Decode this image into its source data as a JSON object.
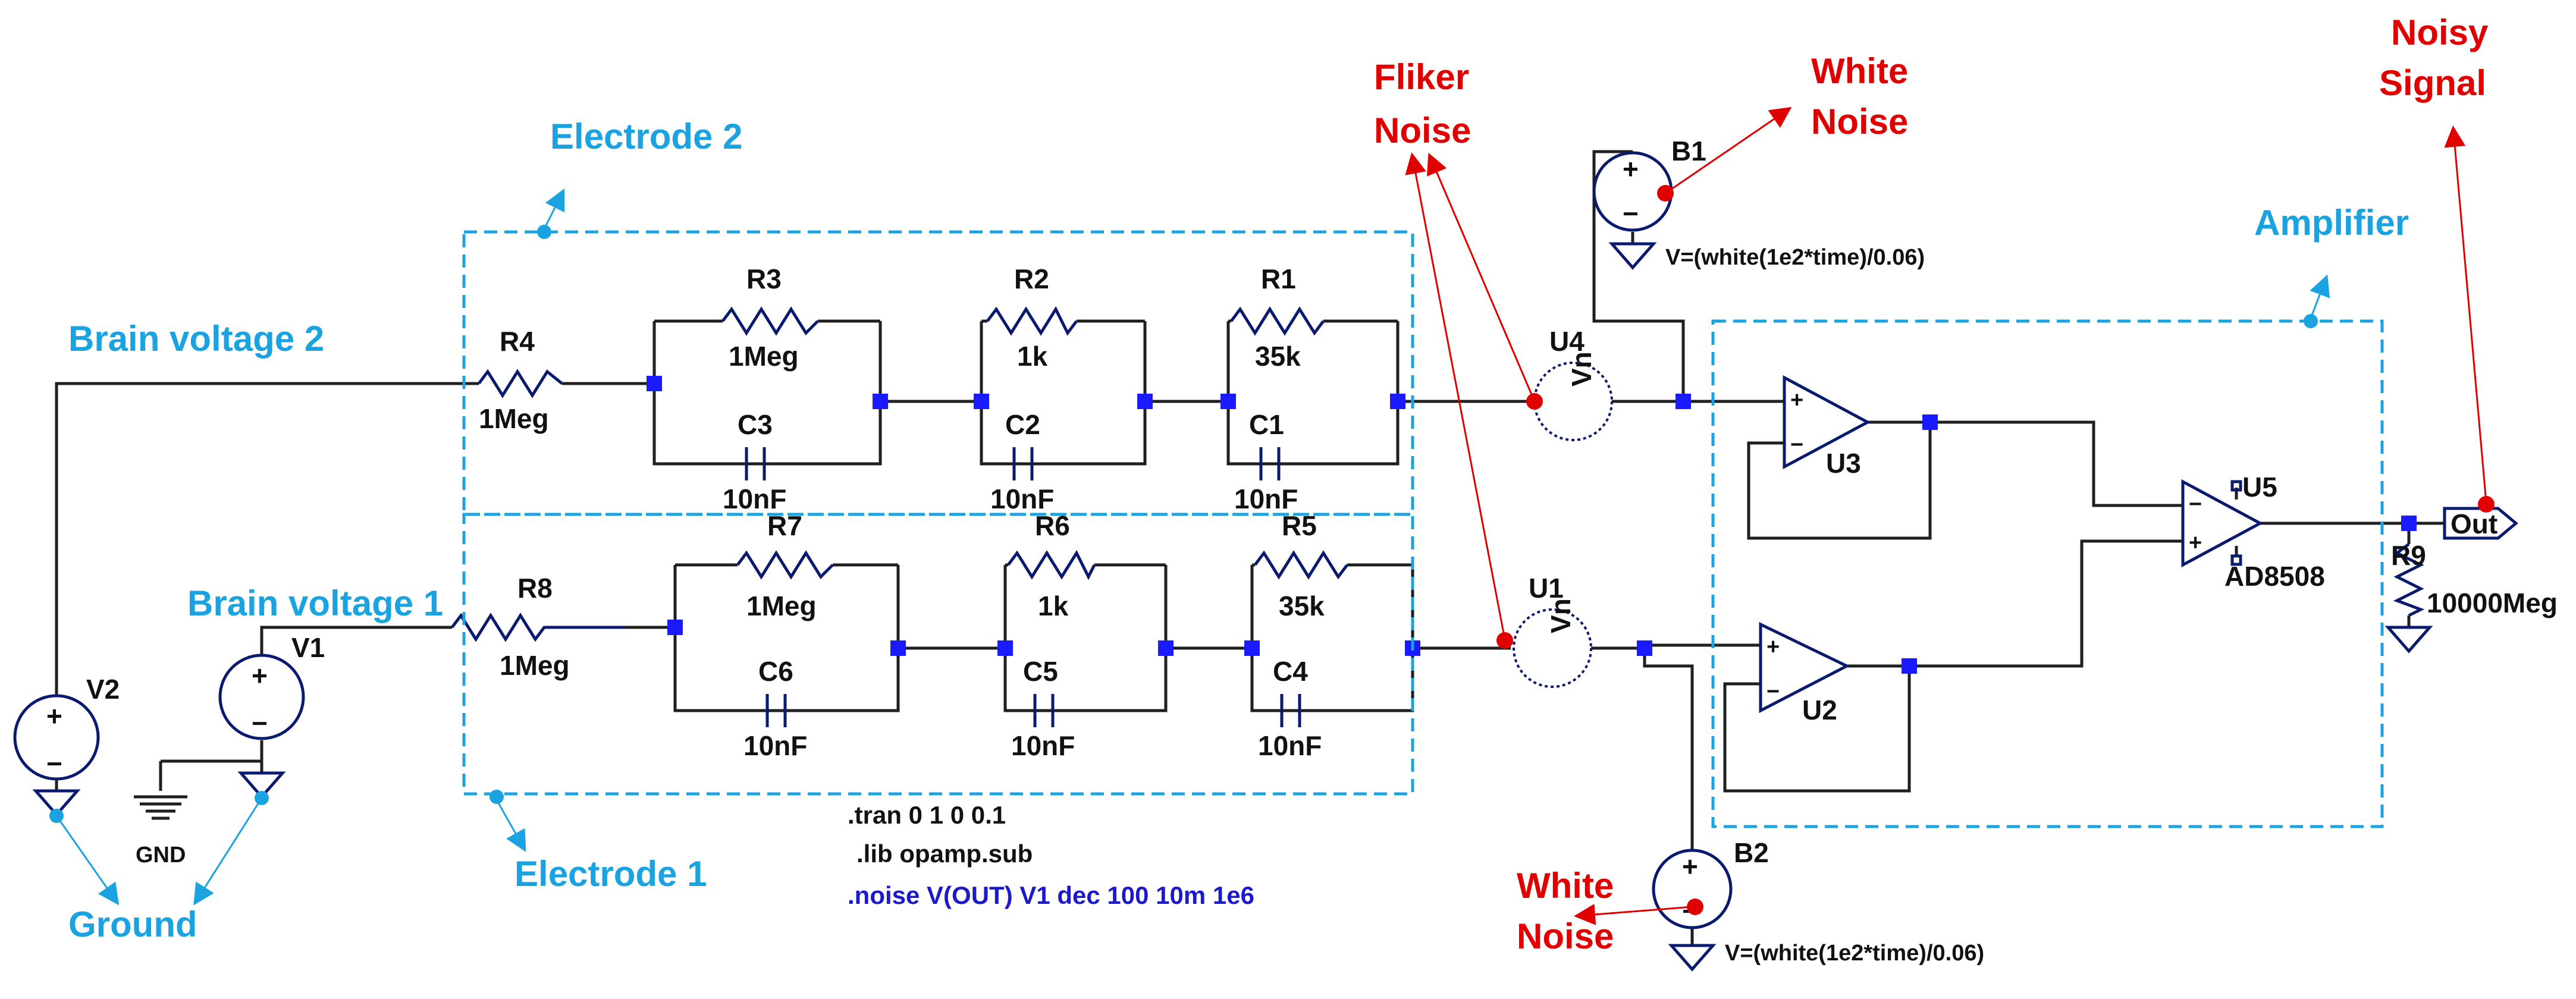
{
  "colors": {
    "wire": "#1f1f1f",
    "component": "#0a1a6e",
    "node": "#1a1aff",
    "annotation_cyan": "#1aa3e0",
    "annotation_red": "#e00000",
    "directive_blue": "#1a1acc"
  },
  "annotations": {
    "electrode2": "Electrode 2",
    "electrode1": "Electrode 1",
    "brain_voltage_2": "Brain voltage 2",
    "brain_voltage_1": "Brain voltage 1",
    "amplifier": "Amplifier",
    "ground": "Ground",
    "flicker_noise_line1": "Fliker",
    "flicker_noise_line2": "Noise",
    "white_noise_top_line1": "White",
    "white_noise_top_line2": "Noise",
    "white_noise_bottom_line1": "White",
    "white_noise_bottom_line2": "Noise",
    "noisy_signal_line1": "Noisy",
    "noisy_signal_line2": "Signal"
  },
  "components": {
    "R4": {
      "name": "R4",
      "value": "1Meg"
    },
    "R3": {
      "name": "R3",
      "value": "1Meg"
    },
    "R2": {
      "name": "R2",
      "value": "1k"
    },
    "R1": {
      "name": "R1",
      "value": "35k"
    },
    "C3": {
      "name": "C3",
      "value": "10nF"
    },
    "C2": {
      "name": "C2",
      "value": "10nF"
    },
    "C1": {
      "name": "C1",
      "value": "10nF"
    },
    "R8": {
      "name": "R8",
      "value": "1Meg"
    },
    "R7": {
      "name": "R7",
      "value": "1Meg"
    },
    "R6": {
      "name": "R6",
      "value": "1k"
    },
    "R5": {
      "name": "R5",
      "value": "35k"
    },
    "C6": {
      "name": "C6",
      "value": "10nF"
    },
    "C5": {
      "name": "C5",
      "value": "10nF"
    },
    "C4": {
      "name": "C4",
      "value": "10nF"
    },
    "R9": {
      "name": "R9",
      "value": "10000Meg"
    },
    "V1": {
      "name": "V1"
    },
    "V2": {
      "name": "V2"
    },
    "U4": {
      "name": "U4",
      "symbol": "Vn"
    },
    "U1": {
      "name": "U1",
      "symbol": "Vn"
    },
    "U3": {
      "name": "U3"
    },
    "U2": {
      "name": "U2"
    },
    "U5": {
      "name": "U5",
      "model": "AD8508"
    },
    "B1": {
      "name": "B1",
      "expr": "V=(white(1e2*time)/0.06)"
    },
    "B2": {
      "name": "B2",
      "expr": "V=(white(1e2*time)/0.06)"
    },
    "gnd_label": "GND",
    "out_label": "Out",
    "plus": "+",
    "minus": "−"
  },
  "directives": {
    "tran": ".tran 0 1 0 0.1",
    "lib": ".lib opamp.sub",
    "noise": ".noise V(OUT) V1 dec 100 10m 1e6"
  }
}
